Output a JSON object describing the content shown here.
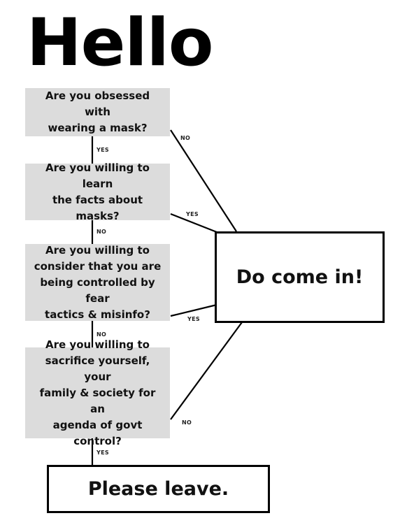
{
  "title": "Hello",
  "questions": [
    "Are you obsessed with\nwearing a mask?",
    "Are you willing to learn\nthe facts about masks?",
    "Are you willing to\nconsider that you are\nbeing controlled by fear\ntactics & misinfo?",
    "Are you willing to\nsacrifice yourself, your\nfamily & society for  an\nagenda of govt control?"
  ],
  "outcomes": {
    "enter": "Do come in!",
    "leave": "Please leave."
  },
  "edge_labels": {
    "q1_down": "YES",
    "q1_side": "NO",
    "q2_down": "NO",
    "q2_side": "YES",
    "q3_down": "NO",
    "q3_side": "YES",
    "q4_down": "YES",
    "q4_side": "NO"
  },
  "colors": {
    "question_fill": "#dcdcdc",
    "line": "#000000"
  }
}
